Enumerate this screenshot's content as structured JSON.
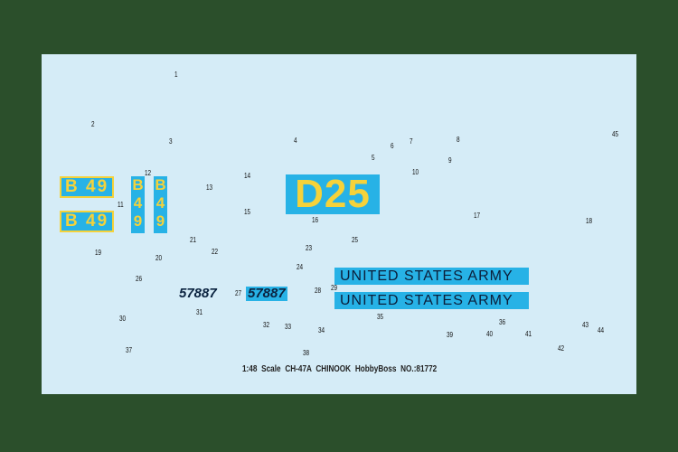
{
  "sheet": {
    "footer": "1:48 Scale CH-47A CHINOOK HobbyBoss NO.:81772",
    "colors": {
      "background": "#2b4f2b",
      "sheet": "#d5ecf7",
      "brown": "#4a3a0c",
      "cyan": "#27b2e6",
      "yellow": "#f5d23a",
      "red": "#e0323a"
    },
    "decals": {
      "b49": "B 49",
      "b49_vertical": "B49",
      "d25": "D25",
      "army": "UNITED STATES ARMY",
      "serial": "57887"
    },
    "numbers": [
      "1",
      "2",
      "3",
      "4",
      "5",
      "6",
      "7",
      "8",
      "9",
      "10",
      "11",
      "12",
      "13",
      "14",
      "15",
      "16",
      "17",
      "18",
      "19",
      "20",
      "21",
      "22",
      "23",
      "24",
      "25",
      "26",
      "27",
      "28",
      "29",
      "30",
      "31",
      "32",
      "33",
      "34",
      "35",
      "36",
      "37",
      "38",
      "39",
      "40",
      "41",
      "42",
      "43",
      "44",
      "45"
    ]
  }
}
